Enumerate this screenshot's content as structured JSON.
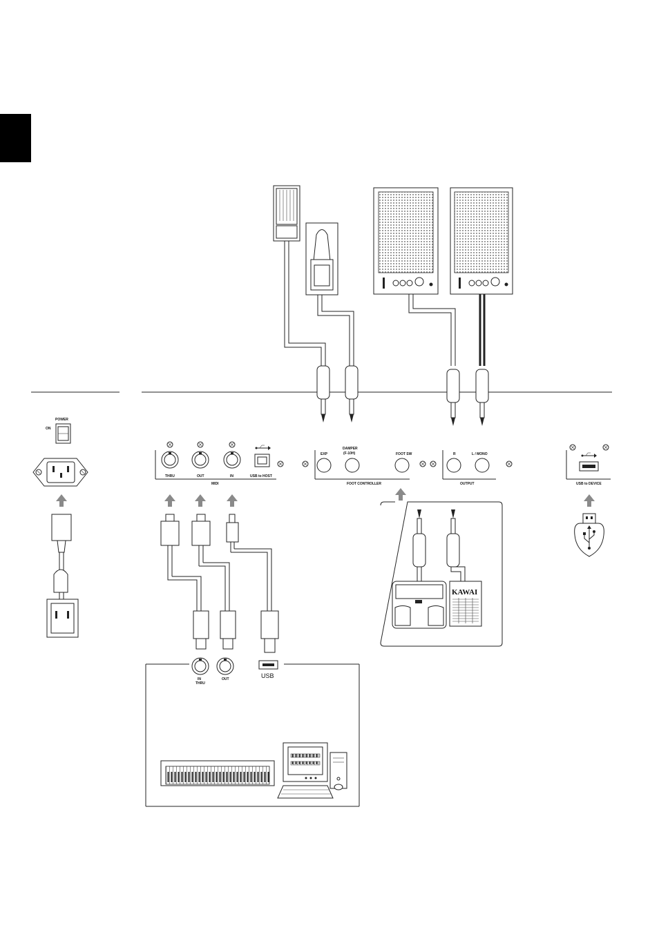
{
  "colors": {
    "line": "#222222",
    "arrow": "#8a8a8a",
    "tab": "#000000",
    "background": "#ffffff"
  },
  "power": {
    "label": "POWER",
    "on_label": "ON"
  },
  "midi": {
    "thru_label": "THRU",
    "out_label": "OUT",
    "in_label": "IN",
    "group_label": "MIDI",
    "usb_host_label": "USB to HOST",
    "usb_icon": "usb-symbol-icon"
  },
  "foot_controller": {
    "exp_label": "EXP",
    "damper_label_line1": "DAMPER",
    "damper_label_line2": "(F-10H)",
    "foot_sw_label": "FOOT SW",
    "group_label": "FOOT CONTROLLER"
  },
  "output": {
    "r_label": "R",
    "l_mono_label": "L / MONO",
    "group_label": "OUTPUT"
  },
  "usb_device": {
    "label": "USB to DEVICE",
    "usb_icon": "usb-symbol-icon"
  },
  "pedal_unit": {
    "brand": "KAWAI"
  },
  "computer_ports": {
    "in_thru_line1": "IN",
    "in_thru_line2": "THRU",
    "out_label": "OUT",
    "usb_label": "USB"
  }
}
